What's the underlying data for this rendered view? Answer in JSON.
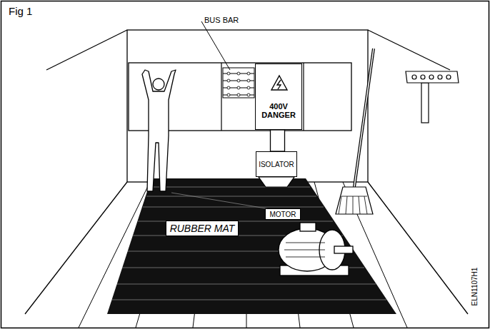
{
  "diagram": {
    "title": "Fig 1",
    "nodes": [
      {
        "text": [
          "400V DANGER"
        ]
      },
      {
        "text": [
          "ISOLATOR"
        ]
      },
      {
        "text": [
          "MOTOR"
        ]
      },
      {
        "text": [
          "RUBBER MAT"
        ]
      }
    ],
    "edges": [
      {
        "from": 0,
        "to": 1,
        "arrow": "none"
      }
    ],
    "labels": [
      "BUS BAR",
      "ELN1107H1"
    ]
  }
}
